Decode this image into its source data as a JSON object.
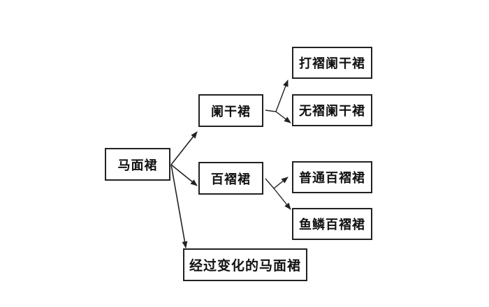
{
  "diagram": {
    "root": "马面裙",
    "branch_lan": "阑干裙",
    "branch_bai": "百褶裙",
    "branch_variant": "经过变化的马面裙",
    "leaf_lan_1": "打褶阑干裙",
    "leaf_lan_2": "无褶阑干裙",
    "leaf_bai_1": "普通百褶裙",
    "leaf_bai_2": "鱼鳞百褶裙"
  },
  "colors": {
    "line": "#222222",
    "border": "#222222",
    "text": "#111111",
    "background": "#ffffff"
  }
}
